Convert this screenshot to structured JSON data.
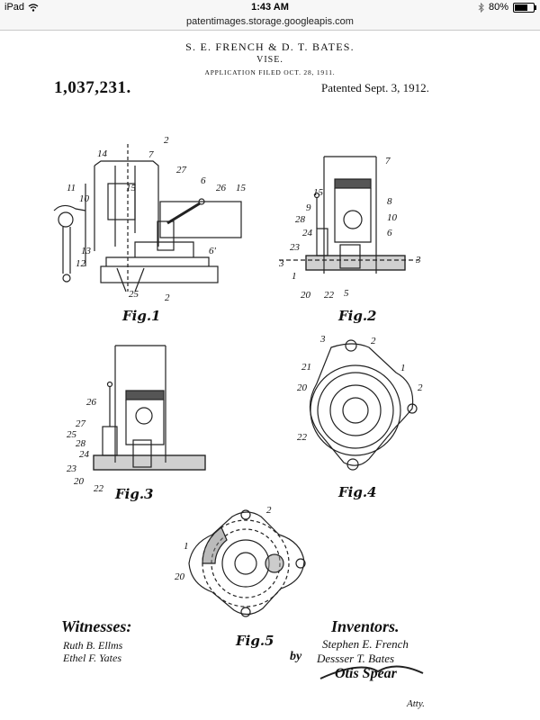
{
  "status_bar": {
    "device": "iPad",
    "time": "1:43 AM",
    "battery": "80%",
    "battery_level": 0.8
  },
  "browser": {
    "url": "patentimages.storage.googleapis.com"
  },
  "patent": {
    "inventors_header": "S. E. FRENCH & D. T. BATES.",
    "title": "VISE.",
    "filed": "APPLICATION FILED OCT. 28, 1911.",
    "number": "1,037,231.",
    "date": "Patented Sept. 3, 1912."
  },
  "figures": {
    "fig1": "Fig.1",
    "fig2": "Fig.2",
    "fig3": "Fig.3",
    "fig4": "Fig.4",
    "fig5": "Fig.5"
  },
  "signatures": {
    "witnesses_label": "Witnesses:",
    "witness_1": "Ruth B. Ellms",
    "witness_2": "Ethel F. Yates",
    "inventors_label": "Inventors.",
    "inventor_1": "Stephen E. French",
    "inventor_2": "Dessser T. Bates",
    "by": "by",
    "attorney": "Otis Spear",
    "atty_label": "Atty."
  }
}
